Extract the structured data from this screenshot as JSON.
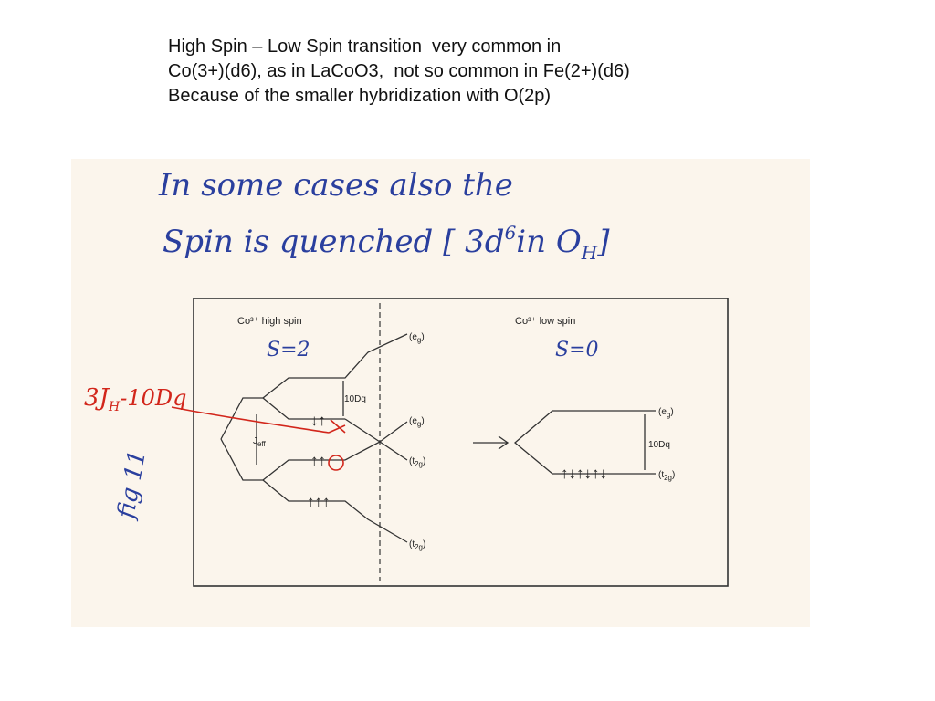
{
  "slide": {
    "lines": [
      "High Spin – Low Spin transition  very common in",
      "Co(3+)(d6), as in LaCoO3,  not so common in Fe(2+)(d6)",
      "Because of the smaller hybridization with O(2p)"
    ]
  },
  "figure": {
    "handwritten_title_line1": "In some cases also the",
    "handwritten_title_line2_prefix": "Spin is quenched [ 3d",
    "handwritten_title_superscript": "6",
    "handwritten_title_line2_mid": "in O",
    "handwritten_title_subscript": "H",
    "handwritten_title_line2_suffix": "]",
    "high_spin_label": "Co³⁺ high spin",
    "high_spin_S": "S=2",
    "low_spin_label": "Co³⁺ low spin",
    "low_spin_S": "S=0",
    "level_eg_1": "(e",
    "level_eg_1_sub": "g",
    "level_eg_2": "(e",
    "level_eg_2_sub": "g",
    "level_t2g_1": "(t",
    "level_t2g_1_sub": "2g",
    "level_t2g_2": "(t",
    "level_t2g_2_sub": "2g",
    "level_eg_low": "(e",
    "level_eg_low_sub": "g",
    "level_t2g_low": "(t",
    "level_t2g_low_sub": "2g",
    "tenDq_high": "10Dq",
    "tenDq_low": "10Dq",
    "j_eff": "J",
    "j_eff_sub": "eff",
    "red_note": "3J",
    "red_note_sub": "H",
    "red_note_suffix": "-10Dq",
    "margin_note": "fig 11",
    "electrons_upper_high": "↓↑",
    "electrons_mid_high": "↑↑",
    "electrons_lower_high": "↑↑↑",
    "electrons_low_spin": "↑↓↑↓↑↓"
  }
}
